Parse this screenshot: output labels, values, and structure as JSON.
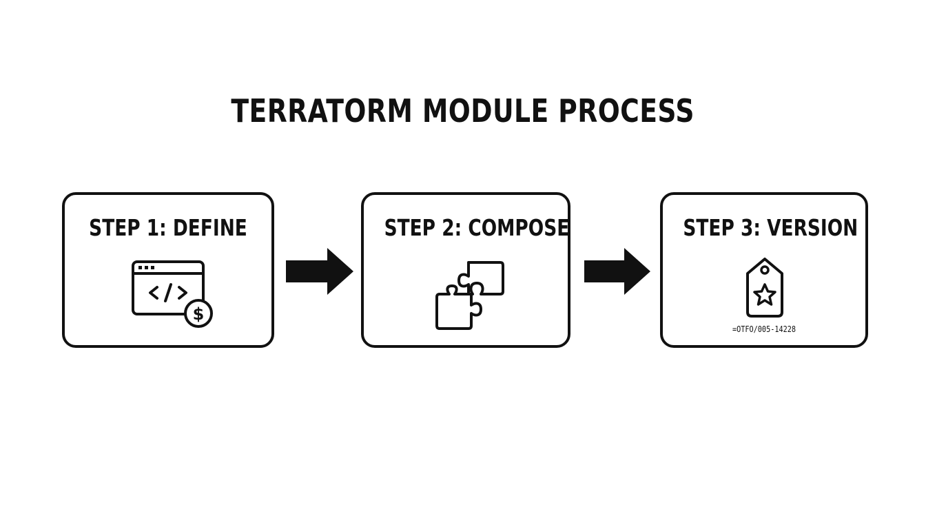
{
  "diagram": {
    "title": "TERRATORM MODULE PROCESS",
    "steps": [
      {
        "label": "STEP 1: DEFINE",
        "icon": "code-window-dollar-icon"
      },
      {
        "label": "STEP 2: COMPOSE",
        "icon": "puzzle-pieces-icon"
      },
      {
        "label": "STEP 3: VERSION",
        "icon": "star-tag-icon",
        "code": "=OTFO/005-14228"
      }
    ],
    "arrows": [
      "right-arrow-icon",
      "right-arrow-icon"
    ],
    "colors": {
      "stroke": "#111111",
      "background": "#ffffff"
    }
  }
}
